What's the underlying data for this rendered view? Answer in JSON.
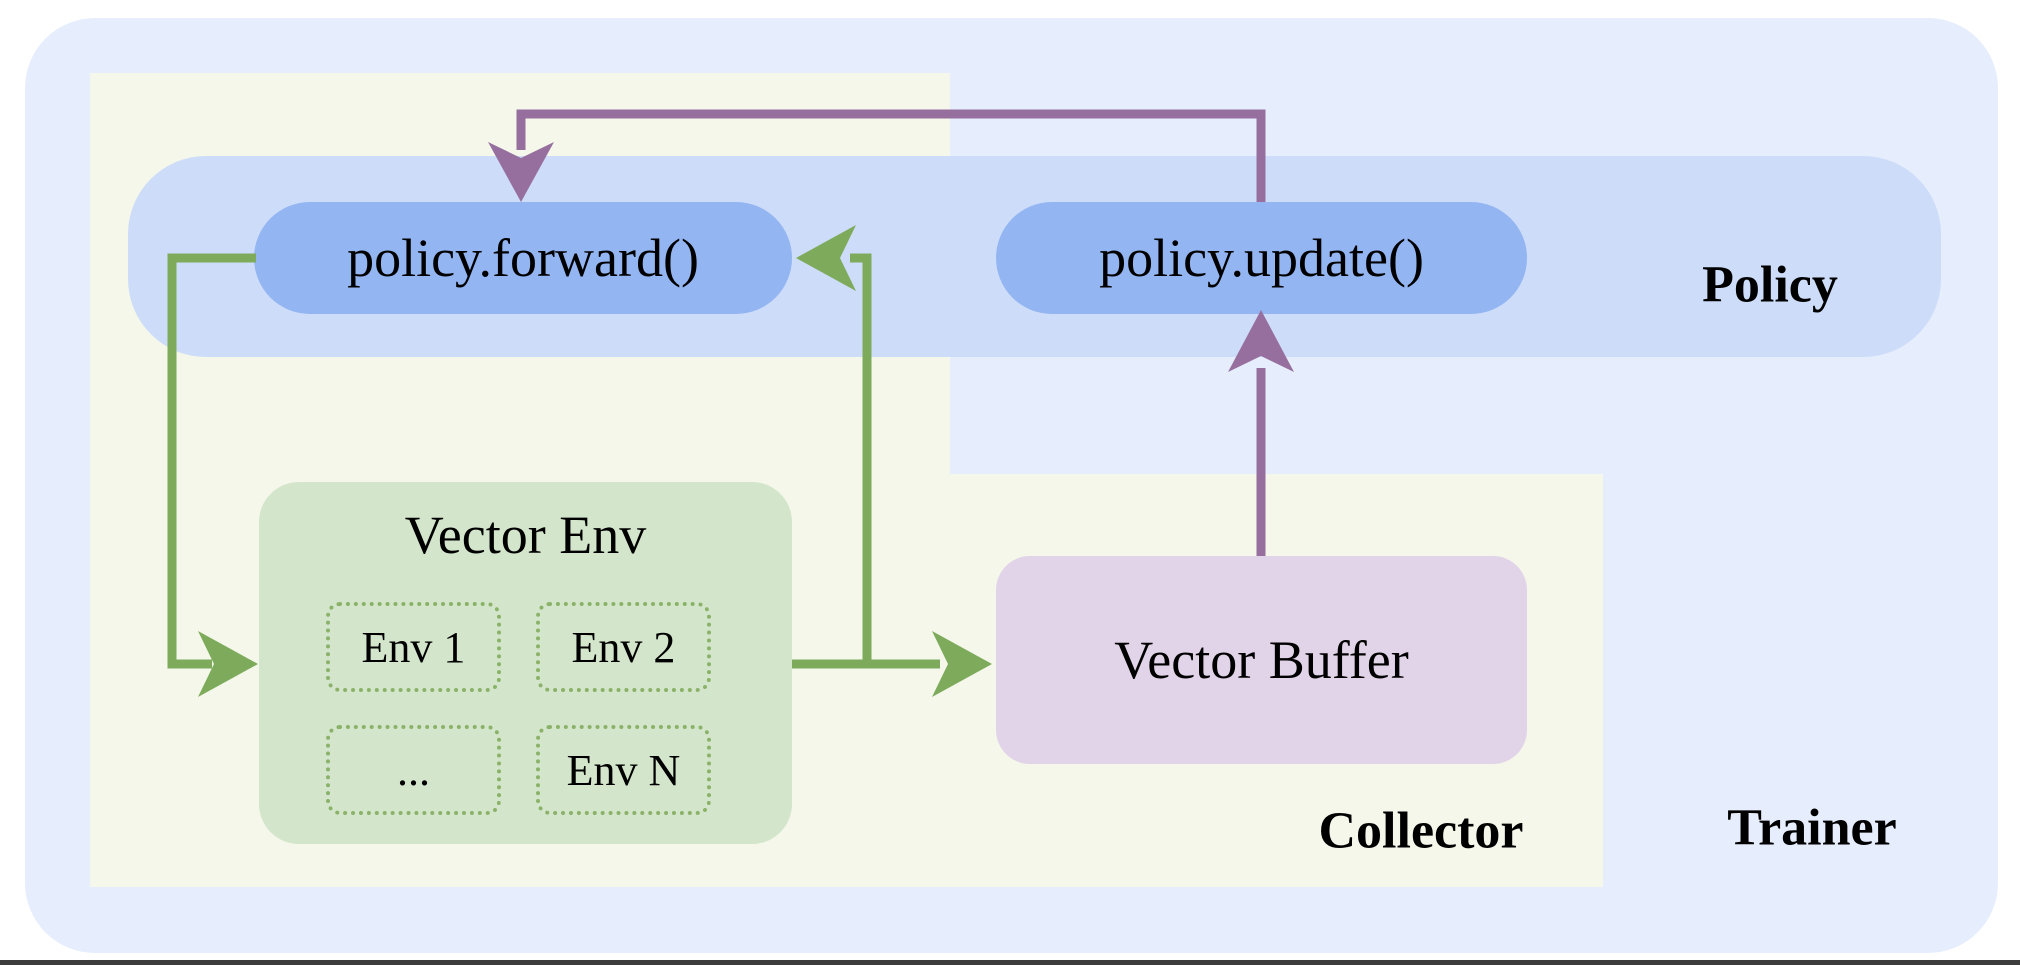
{
  "regions": {
    "trainer": "Trainer",
    "collector": "Collector",
    "policy": "Policy"
  },
  "nodes": {
    "forward": "policy.forward()",
    "update": "policy.update()",
    "env_title": "Vector Env",
    "buffer": "Vector Buffer"
  },
  "envs": [
    "Env 1",
    "Env 2",
    "...",
    "Env N"
  ],
  "colors": {
    "outer": "#e6edfc",
    "band": "#cddcf8",
    "pill": "#93b5f2",
    "cream": "#f4f7ea",
    "envbox": "#d3e5cb",
    "envborder": "#8ab268",
    "buffer": "#e2d4e8",
    "green": "#7dab5b",
    "purple": "#966f9e",
    "edge": "#3c3c3c"
  }
}
